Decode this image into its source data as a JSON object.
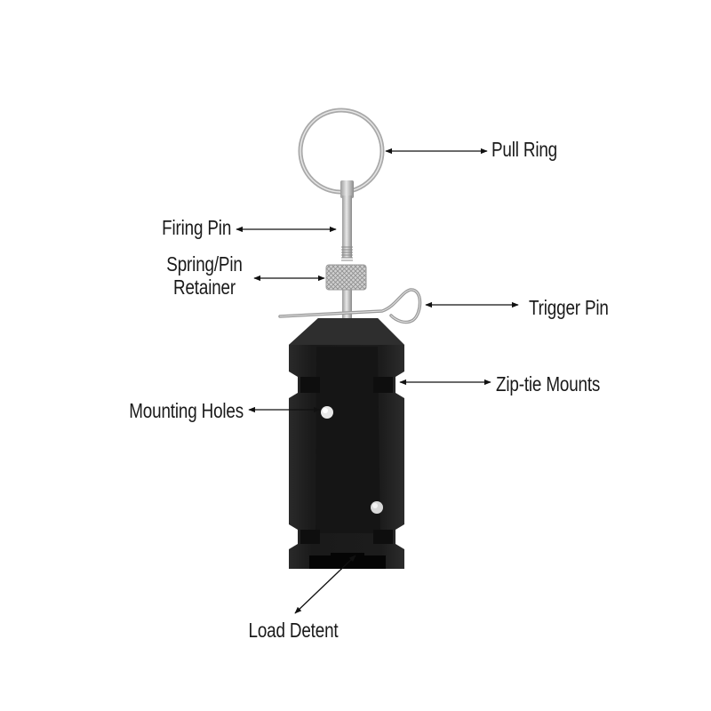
{
  "diagram": {
    "subject": "pull-ring trigger device",
    "background_color": "#ffffff",
    "body_color": "#1c1c1c",
    "metal_color": "#c8c8c8",
    "callouts": [
      {
        "id": "pull-ring",
        "label": "Pull Ring"
      },
      {
        "id": "firing-pin",
        "label": "Firing Pin"
      },
      {
        "id": "spring-pin-retainer",
        "label_line1": "Spring/Pin",
        "label_line2": "Retainer"
      },
      {
        "id": "trigger-pin",
        "label": "Trigger Pin"
      },
      {
        "id": "zip-tie-mounts",
        "label": "Zip-tie Mounts"
      },
      {
        "id": "mounting-holes",
        "label": "Mounting Holes"
      },
      {
        "id": "load-detent",
        "label": "Load Detent"
      }
    ]
  }
}
